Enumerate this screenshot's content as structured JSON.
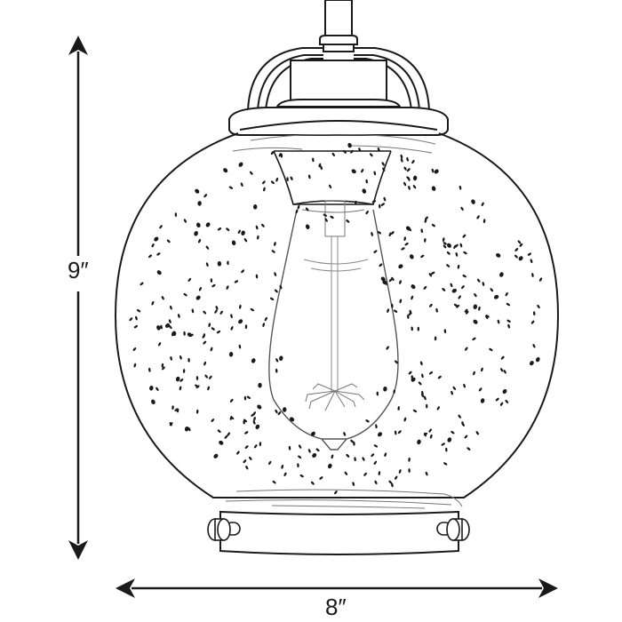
{
  "diagram": {
    "subject": "Pendant light fixture with speckled globe glass shade and exposed filament bulb",
    "dimensions": {
      "height": {
        "label": "9″",
        "value": 9,
        "unit": "in",
        "orientation": "vertical"
      },
      "width": {
        "label": "8″",
        "value": 8,
        "unit": "in",
        "orientation": "horizontal"
      }
    },
    "parts": [
      "stem",
      "stem-collar",
      "arched-bracket",
      "canopy-cap",
      "fitter-ring",
      "globe-shade",
      "socket-cup",
      "edison-bulb",
      "filament",
      "bottom-band",
      "side-knobs"
    ],
    "colors": {
      "line": "#1a1a1a",
      "glass_line": "#555555",
      "background": "#ffffff"
    }
  }
}
